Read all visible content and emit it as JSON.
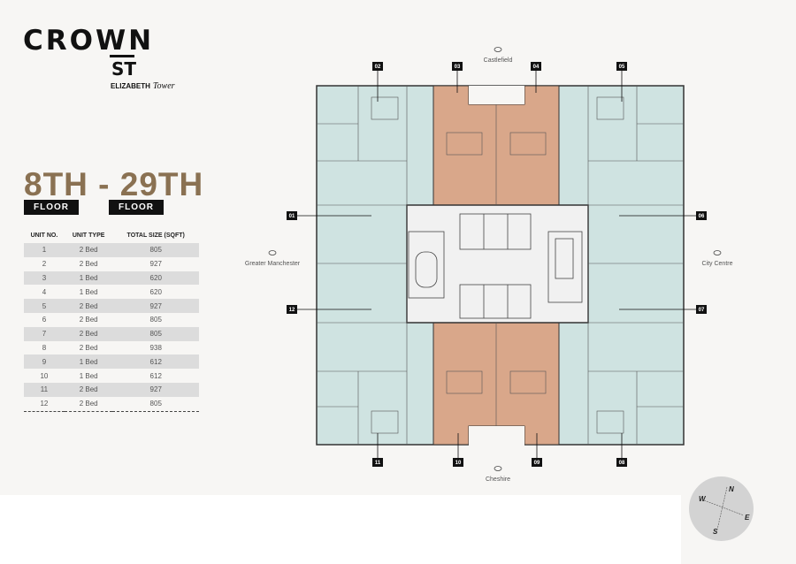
{
  "logo": {
    "line1": "CROWN",
    "line2": "ST",
    "sub": "ELIZABETH",
    "sub_italic": "Tower"
  },
  "heading": {
    "floors": "8TH - 29TH",
    "tag1": "FLOOR",
    "tag2": "FLOOR"
  },
  "table": {
    "headers": [
      "UNIT NO.",
      "UNIT TYPE",
      "TOTAL SIZE (SQFT)"
    ],
    "rows": [
      [
        "1",
        "2 Bed",
        "805"
      ],
      [
        "2",
        "2 Bed",
        "927"
      ],
      [
        "3",
        "1 Bed",
        "620"
      ],
      [
        "4",
        "1 Bed",
        "620"
      ],
      [
        "5",
        "2 Bed",
        "927"
      ],
      [
        "6",
        "2 Bed",
        "805"
      ],
      [
        "7",
        "2 Bed",
        "805"
      ],
      [
        "8",
        "2 Bed",
        "938"
      ],
      [
        "9",
        "1 Bed",
        "612"
      ],
      [
        "10",
        "1 Bed",
        "612"
      ],
      [
        "11",
        "2 Bed",
        "927"
      ],
      [
        "12",
        "2 Bed",
        "805"
      ]
    ]
  },
  "plan": {
    "units": [
      "01",
      "02",
      "03",
      "04",
      "05",
      "06",
      "07",
      "08",
      "09",
      "10",
      "11",
      "12"
    ],
    "views": {
      "north": "Castlefield",
      "west": "Greater Manchester",
      "east": "City Centre",
      "south": "Cheshire"
    },
    "colors": {
      "two_bed": "#cfe3e1",
      "one_bed": "#d9a78a",
      "core": "#f1f1f1"
    }
  },
  "compass": {
    "n": "N",
    "e": "E",
    "s": "S",
    "w": "W"
  }
}
